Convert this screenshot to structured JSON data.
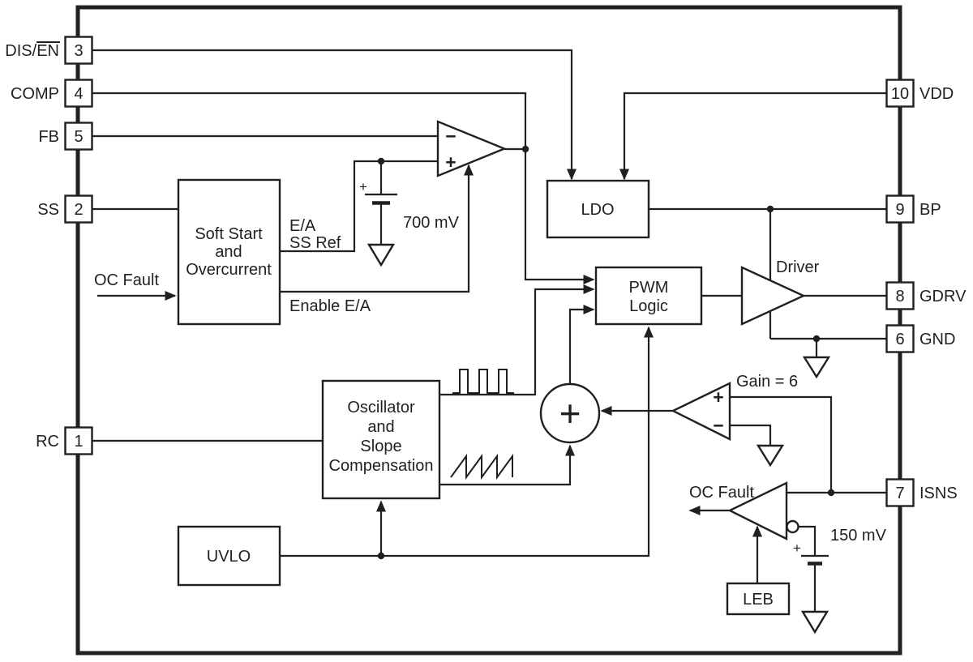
{
  "diagram": {
    "type": "functional-block-diagram",
    "colors": {
      "ink": "#231f20",
      "background": "#ffffff"
    },
    "pins": {
      "left": [
        {
          "number": "3",
          "label": "DIS/",
          "overline": "EN"
        },
        {
          "number": "4",
          "label": "COMP",
          "overline": ""
        },
        {
          "number": "5",
          "label": "FB",
          "overline": ""
        },
        {
          "number": "2",
          "label": "SS",
          "overline": ""
        },
        {
          "number": "1",
          "label": "RC",
          "overline": ""
        }
      ],
      "right": [
        {
          "number": "10",
          "label": "VDD"
        },
        {
          "number": "9",
          "label": "BP"
        },
        {
          "number": "8",
          "label": "GDRV"
        },
        {
          "number": "6",
          "label": "GND"
        },
        {
          "number": "7",
          "label": "ISNS"
        }
      ]
    },
    "blocks": {
      "soft_start": {
        "line1": "Soft Start",
        "line2": "and",
        "line3": "Overcurrent"
      },
      "ldo": {
        "label": "LDO"
      },
      "pwm_logic": {
        "line1": "PWM",
        "line2": "Logic"
      },
      "oscillator": {
        "line1": "Oscillator",
        "line2": "and",
        "line3": "Slope",
        "line4": "Compensation"
      },
      "uvlo": {
        "label": "UVLO"
      },
      "leb": {
        "label": "LEB"
      }
    },
    "amplifiers": {
      "error_amp": {
        "minus": "−",
        "plus": "+"
      },
      "driver": {
        "label": "Driver"
      },
      "gain_amp": {
        "label": "Gain = 6",
        "plus": "+",
        "minus": "−"
      },
      "summing": {
        "plus": "+"
      }
    },
    "references": {
      "v700": {
        "plus": "+",
        "value": "700 mV"
      },
      "v150": {
        "plus": "+",
        "value": "150 mV"
      }
    },
    "signals": {
      "oc_fault_in": "OC Fault",
      "ea_ref_line1": "E/A",
      "ea_ref_line2": "SS Ref",
      "enable_ea": "Enable E/A",
      "oc_fault_out": "OC Fault"
    }
  }
}
